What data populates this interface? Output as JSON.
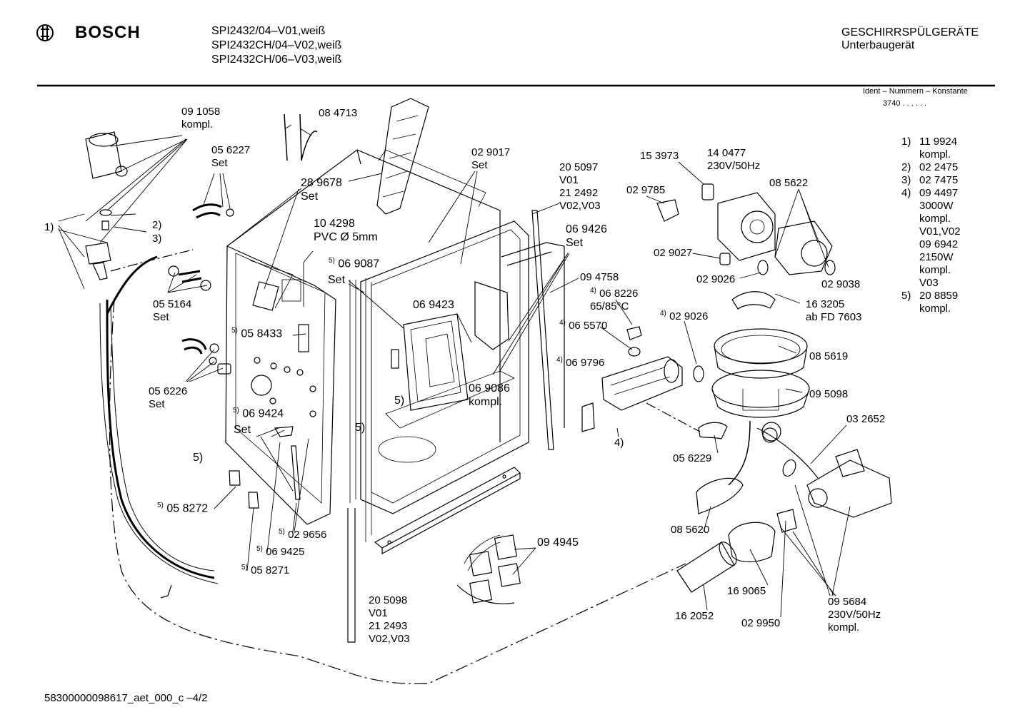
{
  "header": {
    "brand": "BOSCH",
    "models": [
      "SPI2432/04–V01,weiß",
      "SPI2432CH/04–V02,weiß",
      "SPI2432CH/06–V03,weiß"
    ],
    "category": "GESCHIRRSPÜLGERÄTE",
    "subcategory": "Unterbaugerät",
    "ident_label": "Ident – Nummern – Konstante",
    "ident_value": "3740 . .  . . . ."
  },
  "legend": [
    {
      "num": "1)",
      "text": "11 9924\nkompl."
    },
    {
      "num": "2)",
      "text": "02 2475"
    },
    {
      "num": "3)",
      "text": "02 7475"
    },
    {
      "num": "4)",
      "text": "09 4497\n3000W\nkompl.\nV01,V02\n09 6942\n2150W\nkompl.\nV03"
    },
    {
      "num": "5)",
      "text": "20 8859\nkompl."
    }
  ],
  "labels": {
    "p091058": "09 1058\nkompl.",
    "p084713": "08 4713",
    "p056227": "05 6227\nSet",
    "p289678": "28 9678\nSet",
    "p104298": "10 4298\nPVC Ø 5mm",
    "p069087_num": "06 9087",
    "p069087_set": "Set",
    "p055164": "05 5164\nSet",
    "p058433": "05 8433",
    "p056226": "05 6226\nSet",
    "p069424_num": "06 9424",
    "p069424_set": "Set",
    "p058272": "05 8272",
    "p029656": "02 9656",
    "p069425": "06 9425",
    "p058271": "05 8271",
    "p029017": "02 9017\nSet",
    "p205097": "20 5097\nV01\n21 2492\nV02,V03",
    "p069426": "06 9426\nSet",
    "p069423": "06 9423",
    "p069086": "06 9086\nkompl.",
    "p094758": "09 4758",
    "p068226": "06 8226\n65/85°C",
    "p065570": "06 5570",
    "p069796": "06 9796",
    "p153973": "15 3973",
    "p140477": "14 0477\n230V/50Hz",
    "p029785": "02 9785",
    "p085622": "08 5622",
    "p029027": "02 9027",
    "p029026a": "02 9026",
    "p029038": "02 9038",
    "p163205": "16 3205\nab FD 7603",
    "p029026b": "02 9026",
    "p085619": "08 5619",
    "p095098": "09 5098",
    "p032652": "03 2652",
    "p056229": "05 6229",
    "p085620": "08 5620",
    "p094945": "09 4945",
    "p205098": "20 5098\nV01\n21 2493\nV02,V03",
    "p162052": "16 2052",
    "p169065": "16 9065",
    "p029950": "02 9950",
    "p095684": "09 5684\n230V/50Hz\nkompl.",
    "m1": "1)",
    "m2": "2)",
    "m3": "3)",
    "m5a": "5)",
    "m5b": "5)",
    "m5c": "5)",
    "m4": "4)",
    "s5": "5)",
    "s4": "4)"
  },
  "footer": {
    "code": "58300000098617_aet_000_c  –4/2"
  }
}
